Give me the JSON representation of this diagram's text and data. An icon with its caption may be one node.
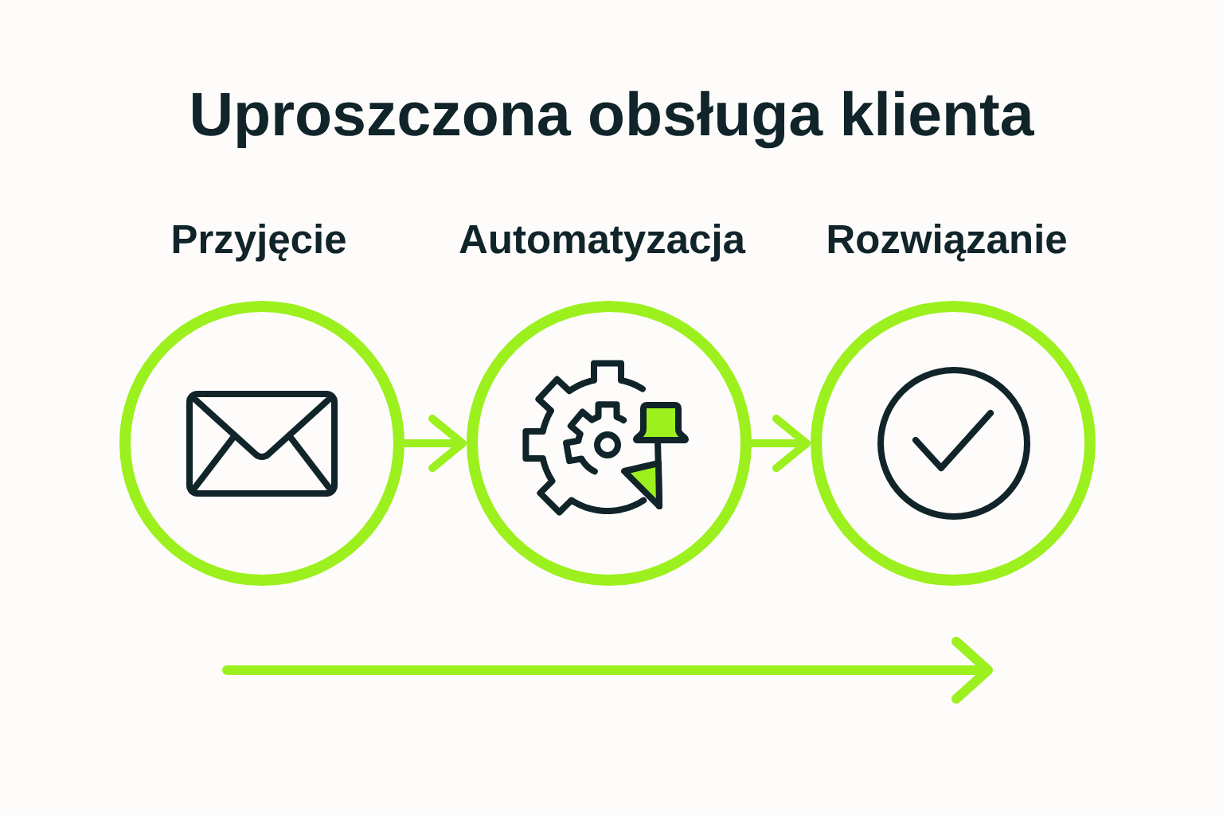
{
  "diagram": {
    "title": "Uproszczona obsługa klienta",
    "nodes": [
      {
        "text": [
          "Przyjęcie"
        ]
      },
      {
        "text": [
          "Automatyzacja"
        ]
      },
      {
        "text": [
          "Rozwiązanie"
        ]
      }
    ],
    "edges": [
      {
        "from": 0,
        "to": 1,
        "arrow": "to"
      },
      {
        "from": 1,
        "to": 2,
        "arrow": "to"
      }
    ]
  }
}
